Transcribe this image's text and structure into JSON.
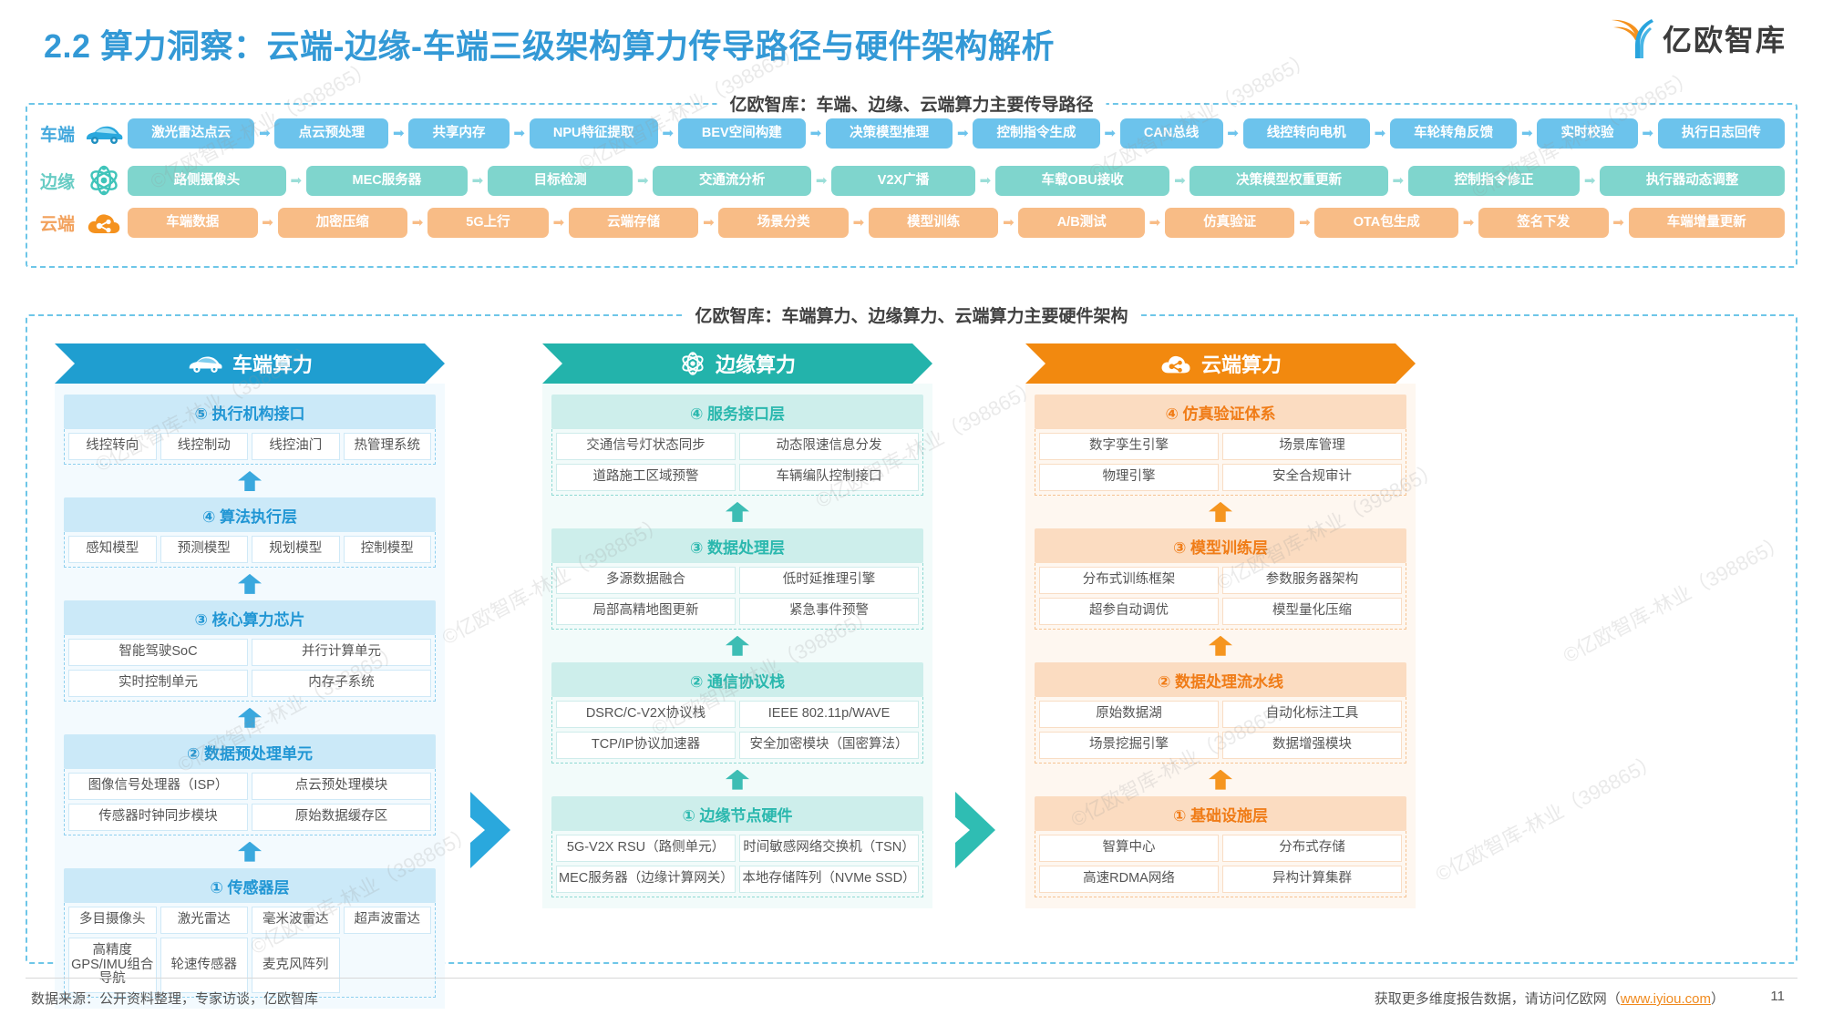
{
  "header": {
    "title": "2.2 算力洞察：云端-边缘-车端三级架构算力传导路径与硬件架构解析",
    "logo_text": "亿欧智库",
    "accent_color": "#3399d6"
  },
  "flow_section": {
    "caption": "亿欧智库：车端、边缘、云端算力主要传导路径",
    "rows": [
      {
        "label": "车端",
        "icon": "car-icon",
        "color": "#6cc3ec",
        "nodes": [
          "激光雷达点云",
          "点云预处理",
          "共享内存",
          "NPU特征提取",
          "BEV空间构建",
          "决策模型推理",
          "控制指令生成",
          "CAN总线",
          "线控转向电机",
          "车轮转角反馈",
          "实时校验",
          "执行日志回传"
        ]
      },
      {
        "label": "边缘",
        "icon": "atom-icon",
        "color": "#7fd5cd",
        "nodes": [
          "路侧摄像头",
          "MEC服务器",
          "目标检测",
          "交通流分析",
          "V2X广播",
          "车载OBU接收",
          "决策模型权重更新",
          "控制指令修正",
          "执行器动态调整"
        ]
      },
      {
        "label": "云端",
        "icon": "cloud-share-icon",
        "color": "#f8bc86",
        "nodes": [
          "车端数据",
          "加密压缩",
          "5G上行",
          "云端存储",
          "场景分类",
          "模型训练",
          "A/B测试",
          "仿真验证",
          "OTA包生成",
          "签名下发",
          "车端增量更新"
        ]
      }
    ]
  },
  "arch_section": {
    "caption": "亿欧智库：车端算力、边缘算力、云端算力主要硬件架构",
    "columns": [
      {
        "key": "vehicle",
        "banner_title": "车端算力",
        "banner_icon": "car-icon",
        "banner_color": "#1f9ed0",
        "layers": [
          {
            "title": "⑤ 执行机构接口",
            "cols": 4,
            "items": [
              "线控转向",
              "线控制动",
              "线控油门",
              "热管理系统"
            ]
          },
          {
            "title": "④ 算法执行层",
            "cols": 4,
            "items": [
              "感知模型",
              "预测模型",
              "规划模型",
              "控制模型"
            ]
          },
          {
            "title": "③ 核心算力芯片",
            "cols": 2,
            "items": [
              "智能驾驶SoC",
              "并行计算单元",
              "实时控制单元",
              "内存子系统"
            ]
          },
          {
            "title": "② 数据预处理单元",
            "cols": 2,
            "items": [
              "图像信号处理器（ISP）",
              "点云预处理模块",
              "传感器时钟同步模块",
              "原始数据缓存区"
            ]
          },
          {
            "title": "① 传感器层",
            "cols": 4,
            "items": [
              "多目摄像头",
              "激光雷达",
              "毫米波雷达",
              "超声波雷达",
              "高精度GPS/IMU组合导航",
              "轮速传感器",
              "麦克风阵列"
            ]
          }
        ]
      },
      {
        "key": "edge",
        "banner_title": "边缘算力",
        "banner_icon": "atom-icon",
        "banner_color": "#23b3ab",
        "layers": [
          {
            "title": "④ 服务接口层",
            "cols": 2,
            "items": [
              "交通信号灯状态同步",
              "动态限速信息分发",
              "道路施工区域预警",
              "车辆编队控制接口"
            ]
          },
          {
            "title": "③ 数据处理层",
            "cols": 2,
            "items": [
              "多源数据融合",
              "低时延推理引擎",
              "局部高精地图更新",
              "紧急事件预警"
            ]
          },
          {
            "title": "② 通信协议栈",
            "cols": 2,
            "items": [
              "DSRC/C-V2X协议栈",
              "IEEE 802.11p/WAVE",
              "TCP/IP协议加速器",
              "安全加密模块（国密算法）"
            ]
          },
          {
            "title": "① 边缘节点硬件",
            "cols": 2,
            "items": [
              "5G-V2X RSU（路侧单元）",
              "时间敏感网络交换机（TSN）",
              "MEC服务器（边缘计算网关）",
              "本地存储阵列（NVMe SSD）"
            ]
          }
        ]
      },
      {
        "key": "cloud",
        "banner_title": "云端算力",
        "banner_icon": "cloud-share-icon",
        "banner_color": "#f2890f",
        "layers": [
          {
            "title": "④ 仿真验证体系",
            "cols": 2,
            "items": [
              "数字孪生引擎",
              "场景库管理",
              "物理引擎",
              "安全合规审计"
            ]
          },
          {
            "title": "③ 模型训练层",
            "cols": 2,
            "items": [
              "分布式训练框架",
              "参数服务器架构",
              "超参自动调优",
              "模型量化压缩"
            ]
          },
          {
            "title": "② 数据处理流水线",
            "cols": 2,
            "items": [
              "原始数据湖",
              "自动化标注工具",
              "场景挖掘引擎",
              "数据增强模块"
            ]
          },
          {
            "title": "① 基础设施层",
            "cols": 2,
            "items": [
              "智算中心",
              "分布式存储",
              "高速RDMA网络",
              "异构计算集群"
            ]
          }
        ]
      }
    ]
  },
  "footer": {
    "source": "数据来源：公开资料整理，专家访谈，亿欧智库",
    "right_prefix": "获取更多维度报告数据，请访问亿欧网（",
    "right_link": "www.iyiou.com",
    "right_suffix": "）",
    "page_number": "11",
    "link_color": "#f08a1e"
  },
  "watermark_text": "©亿欧智库-林业（398865）"
}
